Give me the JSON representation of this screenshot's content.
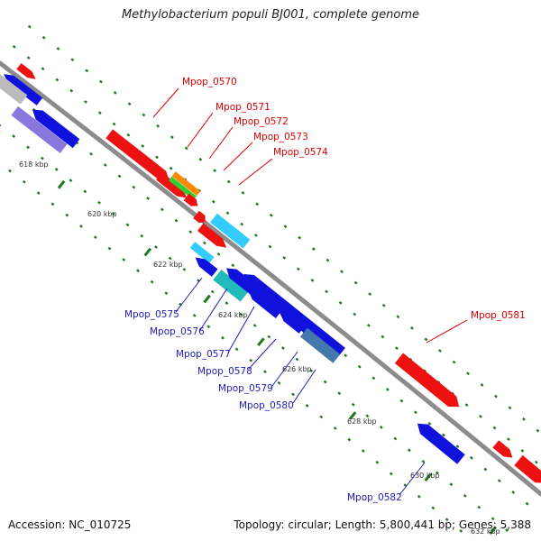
{
  "title": "Methylobacterium populi BJ001, complete genome",
  "accession_text": "Accession: NC_010725",
  "topology_text": "Topology: circular; Length: 5,800,441 bp; Genes: 5,388",
  "colors": {
    "backbone": "#8c8c8c",
    "tick": "#1f7a1f",
    "forward_label": "#dd0000",
    "reverse_label": "#1c1cbd"
  },
  "tick_labels": [
    "618 kbp",
    "620 kbp",
    "622 kbp",
    "624 kbp",
    "626 kbp",
    "628 kbp",
    "630 kbp",
    "632 kbp"
  ],
  "gene_labels": {
    "forward": [
      "Mpop_0570",
      "Mpop_0571",
      "Mpop_0572",
      "Mpop_0573",
      "Mpop_0574",
      "Mpop_0581"
    ],
    "reverse": [
      "Mpop_0575",
      "Mpop_0576",
      "Mpop_0577",
      "Mpop_0578",
      "Mpop_0579",
      "Mpop_0580",
      "Mpop_0582"
    ]
  },
  "feature_colors": [
    "#ee1111",
    "#1111dd",
    "#bbbbbb",
    "#8877dd",
    "#ff8800",
    "#33cc33",
    "#33ccff",
    "#22bbbb",
    "#4477aa"
  ]
}
